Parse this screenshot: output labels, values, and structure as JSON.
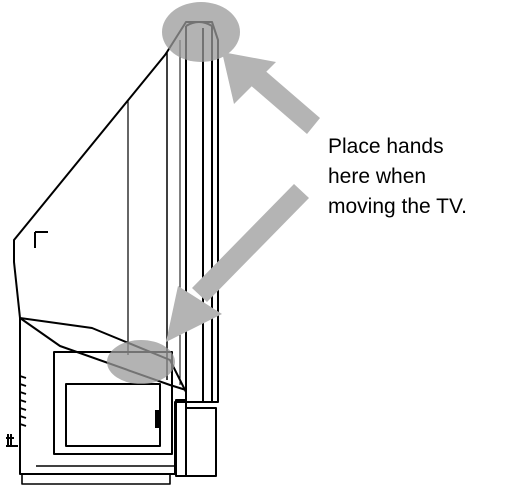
{
  "caption": {
    "lines": [
      "Place hands",
      "here when",
      "moving the TV."
    ]
  },
  "colors": {
    "arrow": "#b4b4b4",
    "grip_zone": "#9a9a9a",
    "outline": "#000000",
    "background": "#ffffff"
  },
  "icons": {
    "top_grip": "grip-zone-icon",
    "bottom_grip": "grip-zone-icon",
    "arrows": "arrow-icon"
  }
}
